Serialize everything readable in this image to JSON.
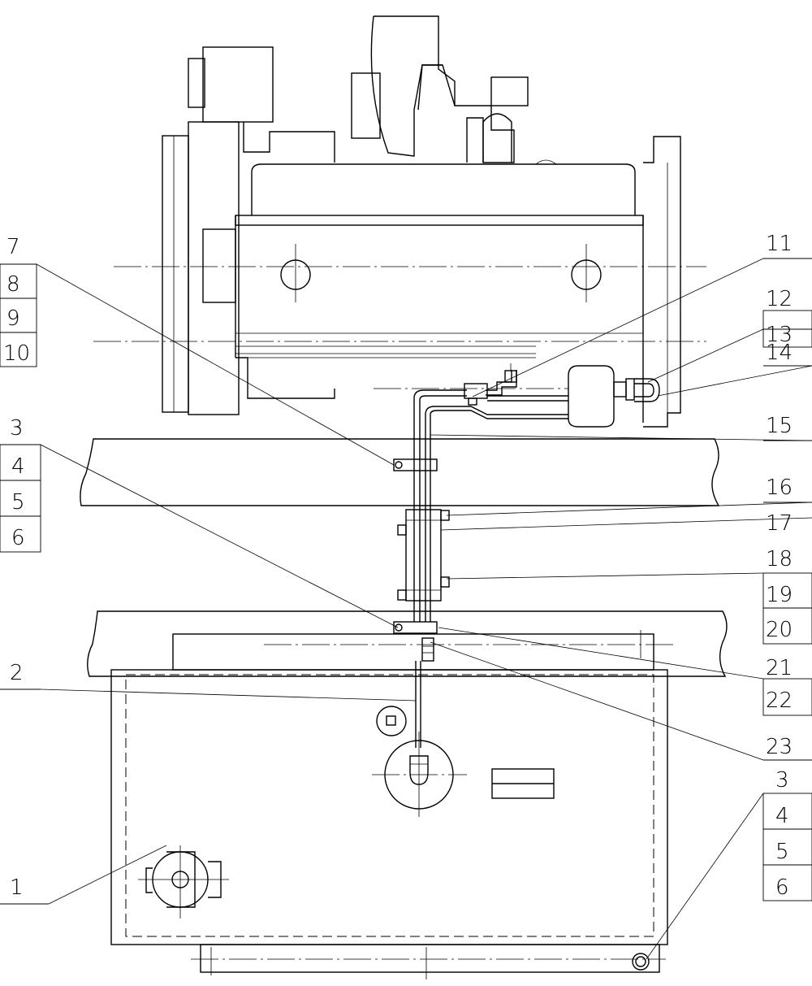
{
  "drawing": {
    "callouts": [
      {
        "id": "c1",
        "text": "1"
      },
      {
        "id": "c2",
        "text": "2"
      },
      {
        "id": "c3a",
        "text": "3"
      },
      {
        "id": "c4a",
        "text": "4"
      },
      {
        "id": "c5a",
        "text": "5"
      },
      {
        "id": "c6a",
        "text": "6"
      },
      {
        "id": "c7",
        "text": "7"
      },
      {
        "id": "c8",
        "text": "8"
      },
      {
        "id": "c9",
        "text": "9"
      },
      {
        "id": "c10",
        "text": "10"
      },
      {
        "id": "c11",
        "text": "11"
      },
      {
        "id": "c12",
        "text": "12"
      },
      {
        "id": "c13",
        "text": "13"
      },
      {
        "id": "c14",
        "text": "14"
      },
      {
        "id": "c15",
        "text": "15"
      },
      {
        "id": "c16",
        "text": "16"
      },
      {
        "id": "c17",
        "text": "17"
      },
      {
        "id": "c18",
        "text": "18"
      },
      {
        "id": "c19",
        "text": "19"
      },
      {
        "id": "c20",
        "text": "20"
      },
      {
        "id": "c21",
        "text": "21"
      },
      {
        "id": "c22",
        "text": "22"
      },
      {
        "id": "c23",
        "text": "23"
      },
      {
        "id": "c3b",
        "text": "3"
      },
      {
        "id": "c4b",
        "text": "4"
      },
      {
        "id": "c5b",
        "text": "5"
      },
      {
        "id": "c6b",
        "text": "6"
      }
    ]
  }
}
